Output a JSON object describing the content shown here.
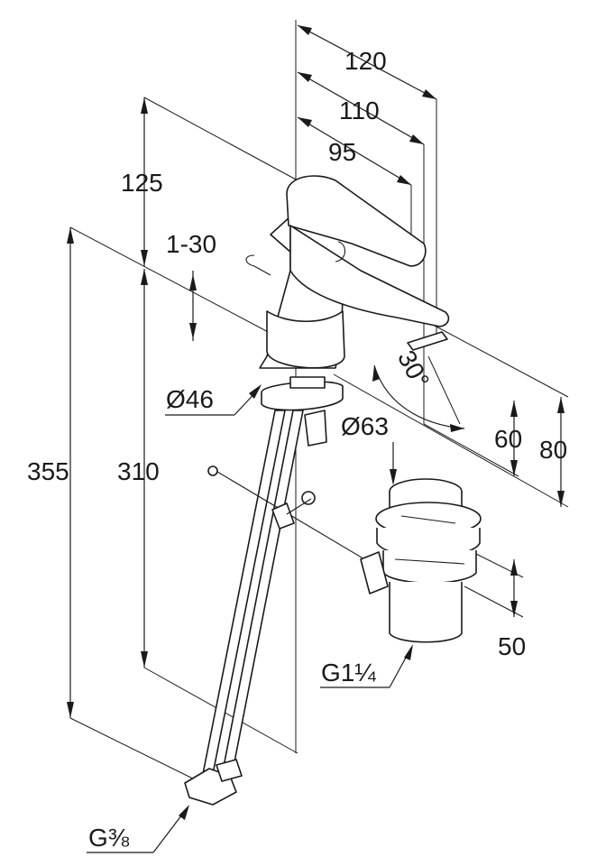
{
  "dimensions": {
    "width_overall": "120",
    "width_mid": "110",
    "width_short": "95",
    "height_top_offset": "125",
    "lever_angle_range": "1-30",
    "height_total": "355",
    "height_lower": "310",
    "spout_clearance": "60",
    "spout_height": "80",
    "waste_height": "50",
    "base_diameter": "Ø46",
    "waste_diameter": "Ø63",
    "spout_angle": "30°",
    "waste_thread": "G1¼",
    "supply_thread": "G⅜"
  },
  "colors": {
    "line": "#1a1a1a",
    "background": "#ffffff"
  }
}
